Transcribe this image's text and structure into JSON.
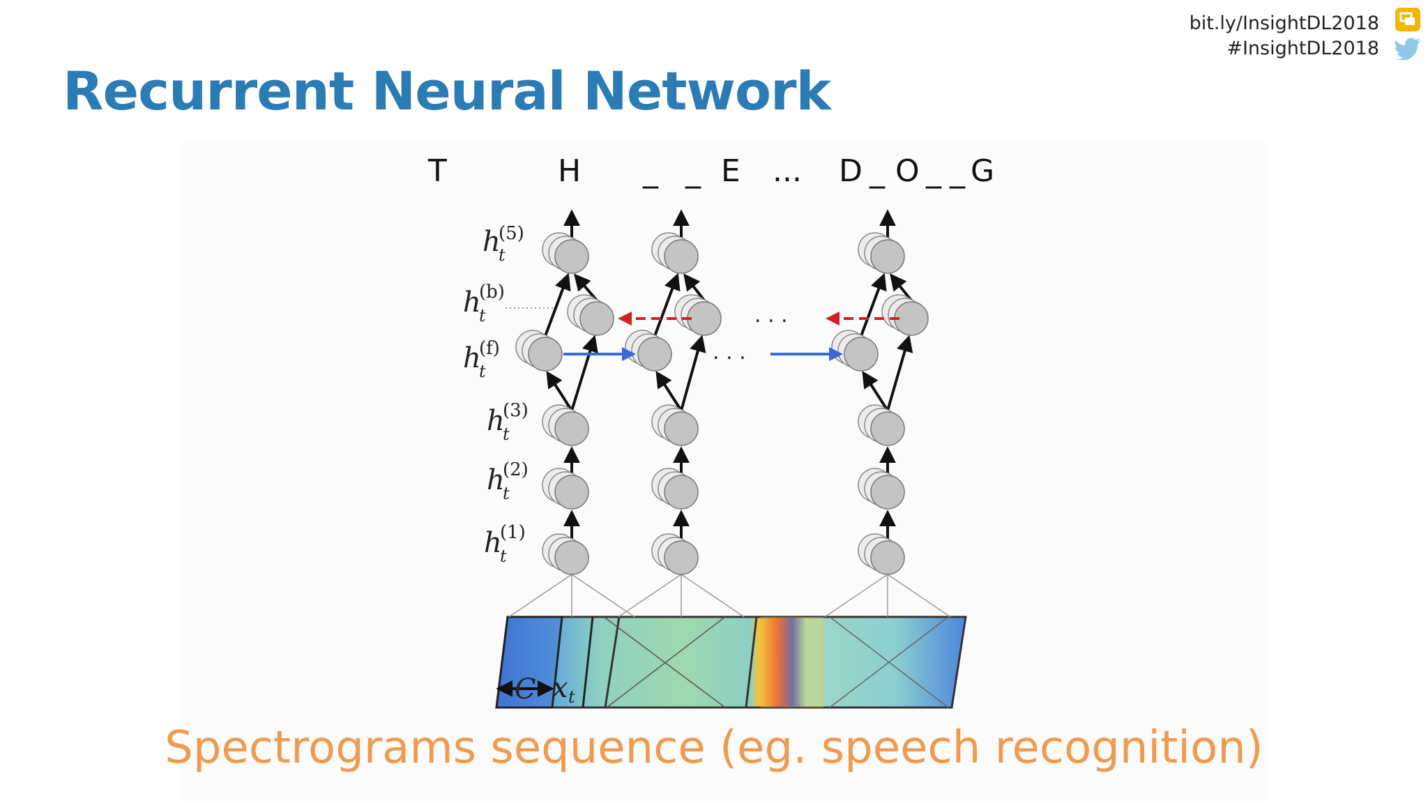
{
  "slide": {
    "title": "Recurrent Neural Network",
    "caption": "Spectrograms sequence (eg. speech recognition)"
  },
  "header": {
    "link": "bit.ly/InsightDL2018",
    "hashtag": "#InsightDL2018",
    "slides_icon": "google-slides-icon",
    "twitter_icon": "twitter-bird-icon"
  },
  "diagram": {
    "output_labels": [
      "T",
      "H",
      "_",
      "_",
      "E",
      "...",
      "D",
      "_",
      "O",
      "_",
      "_",
      "G"
    ],
    "layer_labels": [
      {
        "base": "h",
        "sub": "t",
        "sup": "(5)"
      },
      {
        "base": "h",
        "sub": "t",
        "sup": "(b)"
      },
      {
        "base": "h",
        "sub": "t",
        "sup": "(f)"
      },
      {
        "base": "h",
        "sub": "t",
        "sup": "(3)"
      },
      {
        "base": "h",
        "sub": "t",
        "sup": "(2)"
      },
      {
        "base": "h",
        "sub": "t",
        "sup": "(1)"
      }
    ],
    "dots_backward": ". . .",
    "dots_forward": ". . .",
    "context_label": "C",
    "input_label": "x",
    "input_sub": "t",
    "colors": {
      "forward_arrow": "#3a68d8",
      "backward_arrow": "#d42020",
      "node_fill": "#c4c4c4",
      "node_back": "#ececec"
    }
  }
}
